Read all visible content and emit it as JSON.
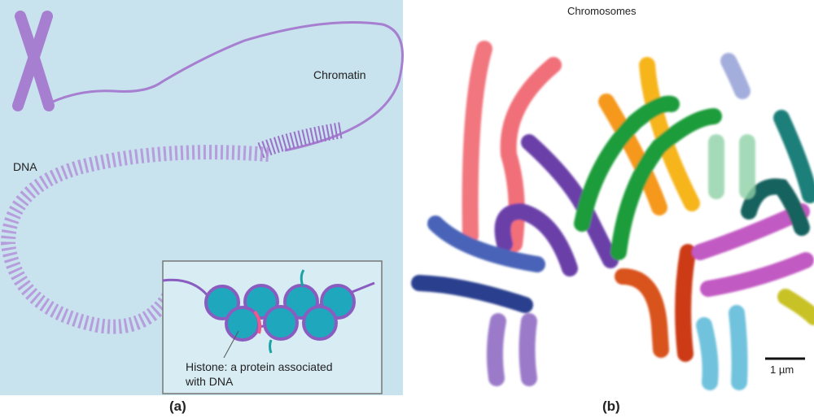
{
  "panel_a": {
    "label": "(a)",
    "chromatin_label": "Chromatin",
    "dna_label": "DNA",
    "histone_label_line1": "Histone: a protein associated",
    "histone_label_line2": "with DNA",
    "colors": {
      "background": "#c8e2ee",
      "dna": "#a77fd0",
      "histone": "#1fa7bd",
      "tail": "#1aa3a6",
      "linker": "#f05a8a"
    }
  },
  "panel_b": {
    "label": "(b)",
    "title": "Chromosomes",
    "scale_bar_label": "1 µm",
    "colors": {
      "red": "#ef4e5a",
      "purple": "#6a3fa8",
      "green": "#1f9c3a",
      "orange": "#f7a51b",
      "blue": "#4a64b8",
      "navy": "#2a3f8f",
      "teal": "#1b7f7a",
      "magenta": "#c25ac3",
      "darkorange": "#d9531e",
      "lightblue": "#6fc2dd",
      "lavender": "#9b7ac9",
      "mint": "#8fd1a6",
      "yellow": "#c9c227",
      "periwinkle": "#8d9ad4"
    }
  }
}
